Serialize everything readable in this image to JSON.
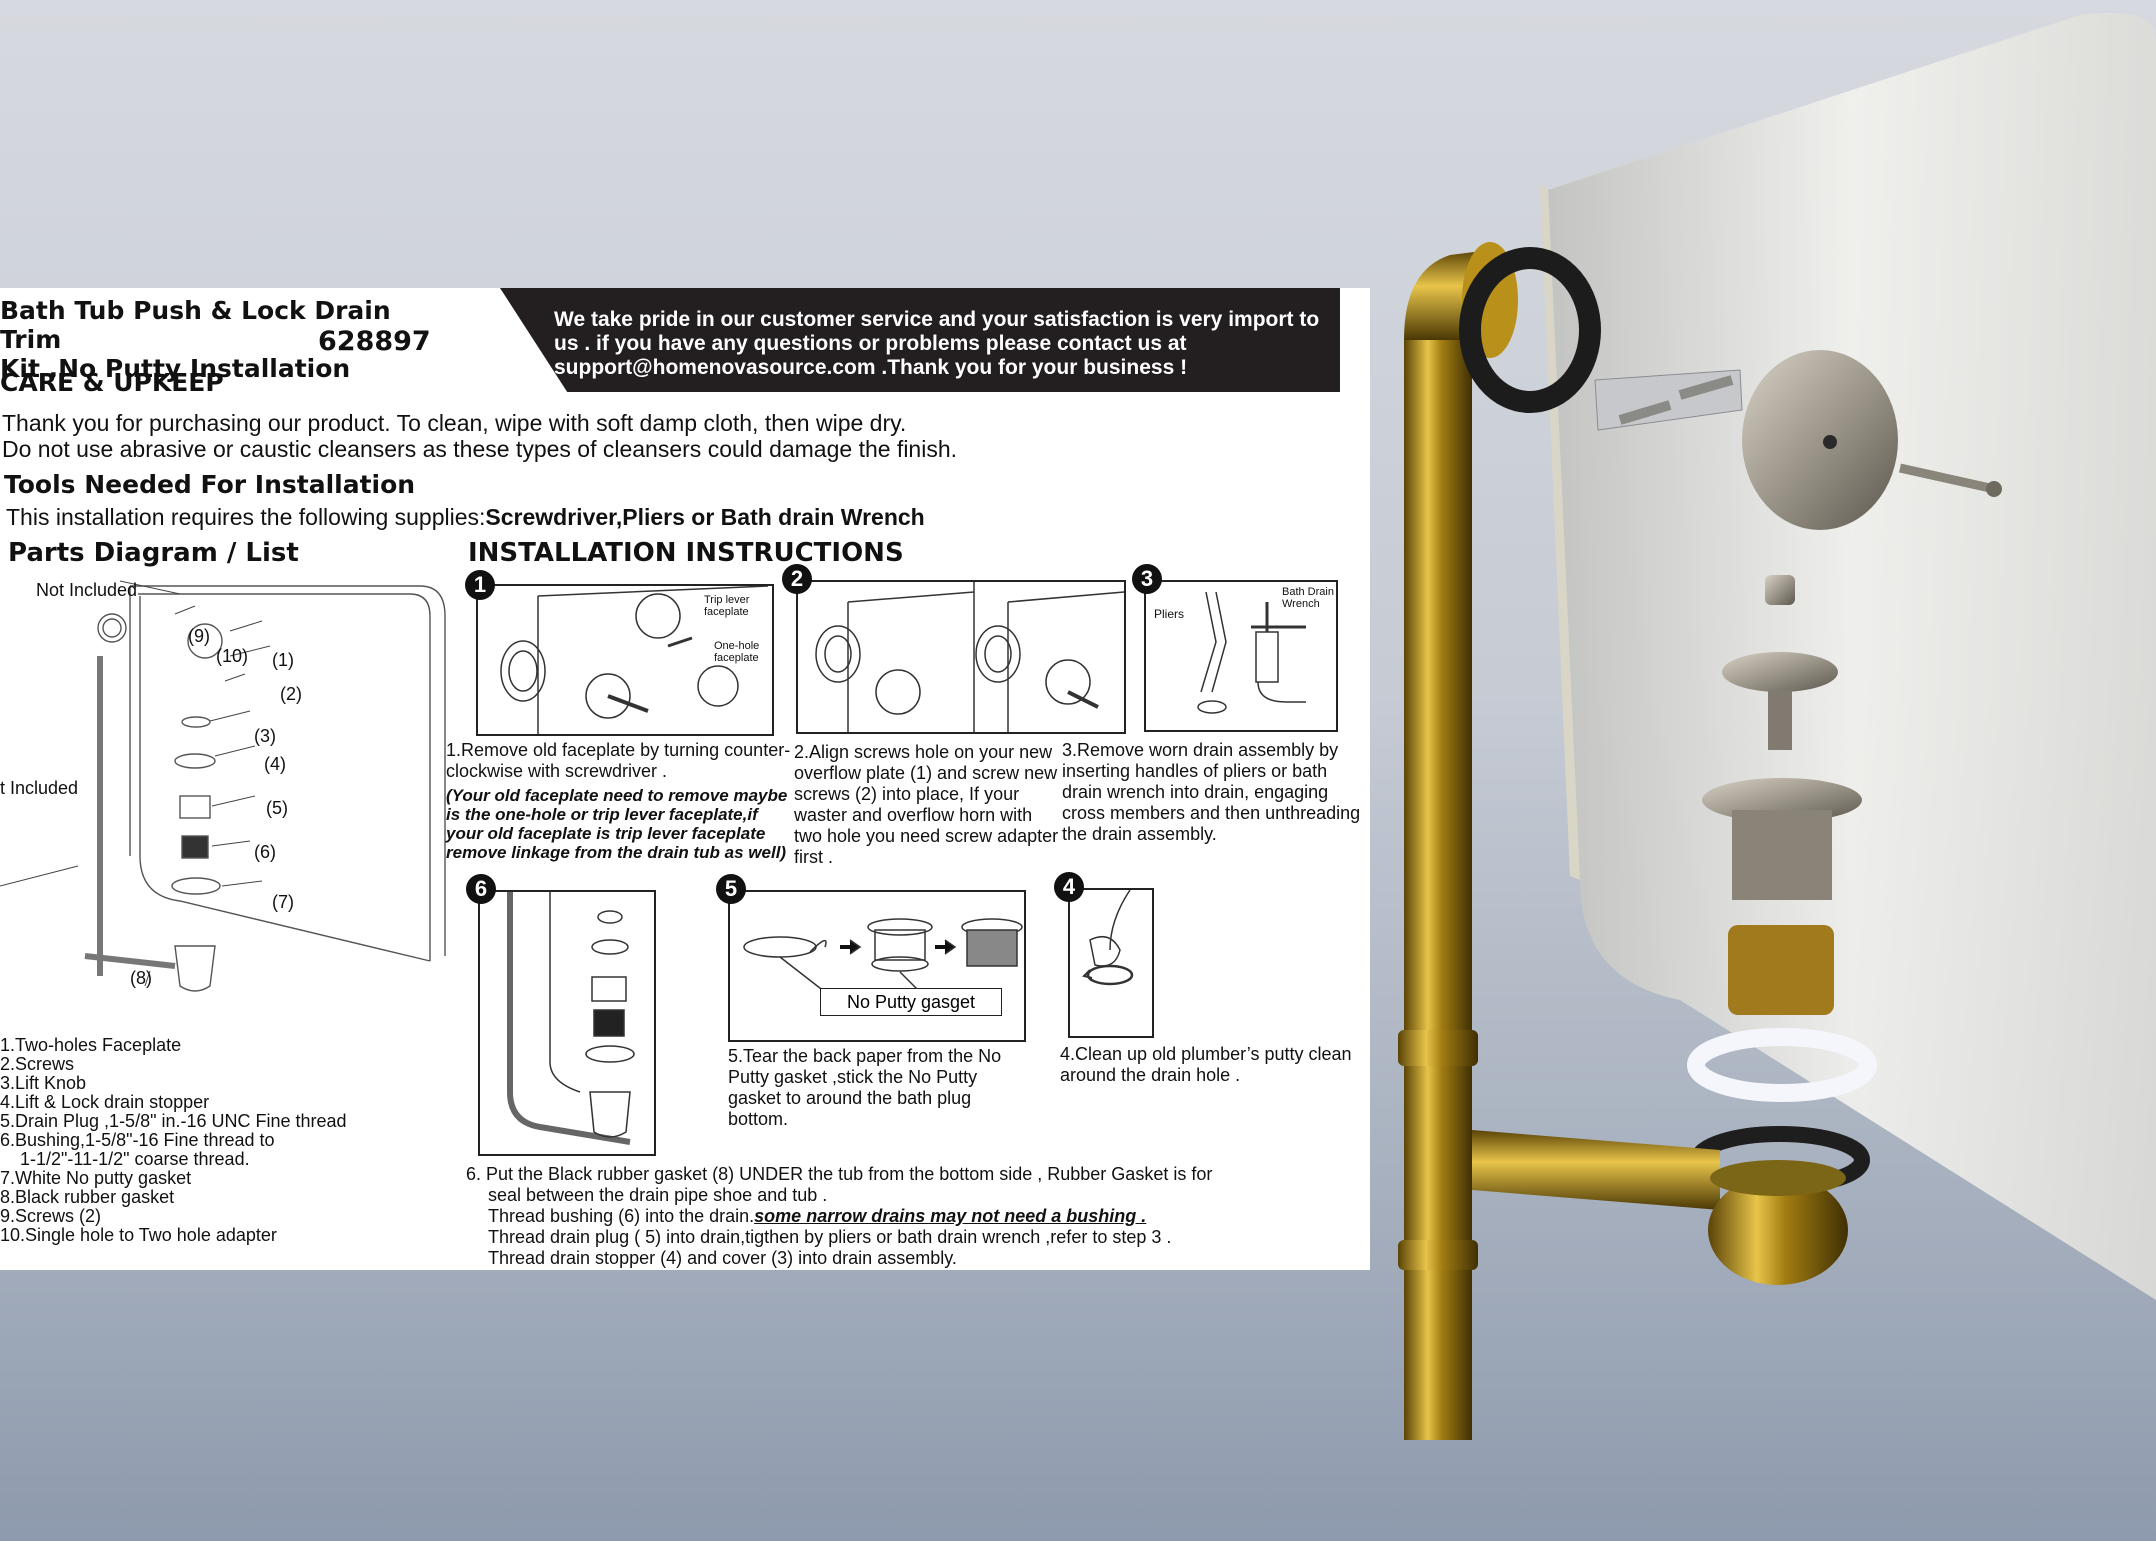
{
  "header": {
    "title_line1": "Bath Tub Push & Lock Drain Trim",
    "title_line2": "Kit ,No Putty Installation",
    "model": "628897",
    "banner": "We take pride in our customer service and your satisfaction is very import to us . if you have any questions or  problems please contact us at support@homenovasource.com .Thank you for your business !"
  },
  "care": {
    "heading": "CARE & UPKEEP",
    "line1": "Thank you for purchasing our product. To clean, wipe with soft damp cloth, then wipe dry.",
    "line2": " Do not use abrasive or caustic cleansers as these types of cleansers could damage the finish."
  },
  "tools": {
    "heading": "Tools Needed For  Installation",
    "lead": "This installation requires the following supplies:",
    "items": "Screwdriver,Pliers or Bath drain Wrench"
  },
  "parts": {
    "heading": "Parts Diagram / List",
    "not_included_1": "Not Included",
    "not_included_2": "t Included",
    "callouts": [
      "(9)",
      "(10)",
      "(1)",
      "(2)",
      "(3)",
      "(4)",
      "(5)",
      "(6)",
      "(7)",
      "(8)"
    ],
    "list": [
      "1.Two-holes Faceplate",
      "2.Screws",
      "3.Lift Knob",
      "4.Lift & Lock drain stopper",
      "5.Drain Plug ,1-5/8\" in.-16 UNC Fine thread",
      "6.Bushing,1-5/8\"-16 Fine thread to",
      "    1-1/2\"-11-1/2\" coarse thread.",
      "7.White No putty gasket",
      "8.Black rubber gasket",
      "9.Screws   (2)",
      "10.Single hole to Two hole adapter"
    ]
  },
  "install": {
    "heading": "INSTALLATION INSTRUCTIONS",
    "badges": [
      "1",
      "2",
      "3",
      "4",
      "5",
      "6"
    ],
    "fig1_label_a": "Trip lever faceplate",
    "fig1_label_b": "One-hole faceplate",
    "fig3_label_a": "Pliers",
    "fig3_label_b": "Bath Drain Wrench",
    "fig5_label": "No Putty gasget",
    "step1": "1.Remove old faceplate by turning counter-clockwise with screwdriver .",
    "step1_note": "(Your old faceplate need to remove maybe is the one-hole or trip lever faceplate,if your old faceplate is trip lever faceplate remove linkage from the drain tub as well)",
    "step2": "2.Align screws hole on your new overflow plate (1) and screw new screws (2) into place, If your waster and overflow horn with two hole you need screw adapter first .",
    "step3": "3.Remove worn drain assembly by inserting handles of pliers or bath drain wrench into drain, engaging cross members and then unthreading the drain assembly.",
    "step4": "4.Clean up old plumber’s putty clean around the drain hole .",
    "step5": "5.Tear the back paper from the No Putty gasket ,stick the No Putty gasket to around the bath plug bottom.",
    "step6_a": "6. Put the Black rubber gasket (8) UNDER the tub from the bottom side ,  Rubber Gasket is for",
    "step6_b": "seal between the drain pipe shoe and tub  .",
    "step6_c": "Thread bushing (6) into the drain.",
    "step6_c_em": "some narrow drains may not need a bushing .",
    "step6_d": "Thread drain plug ( 5)  into drain,tigthen by pliers or bath drain wrench ,refer to step 3 .",
    "step6_e": "Thread drain stopper (4) and cover (3) into drain assembly."
  }
}
